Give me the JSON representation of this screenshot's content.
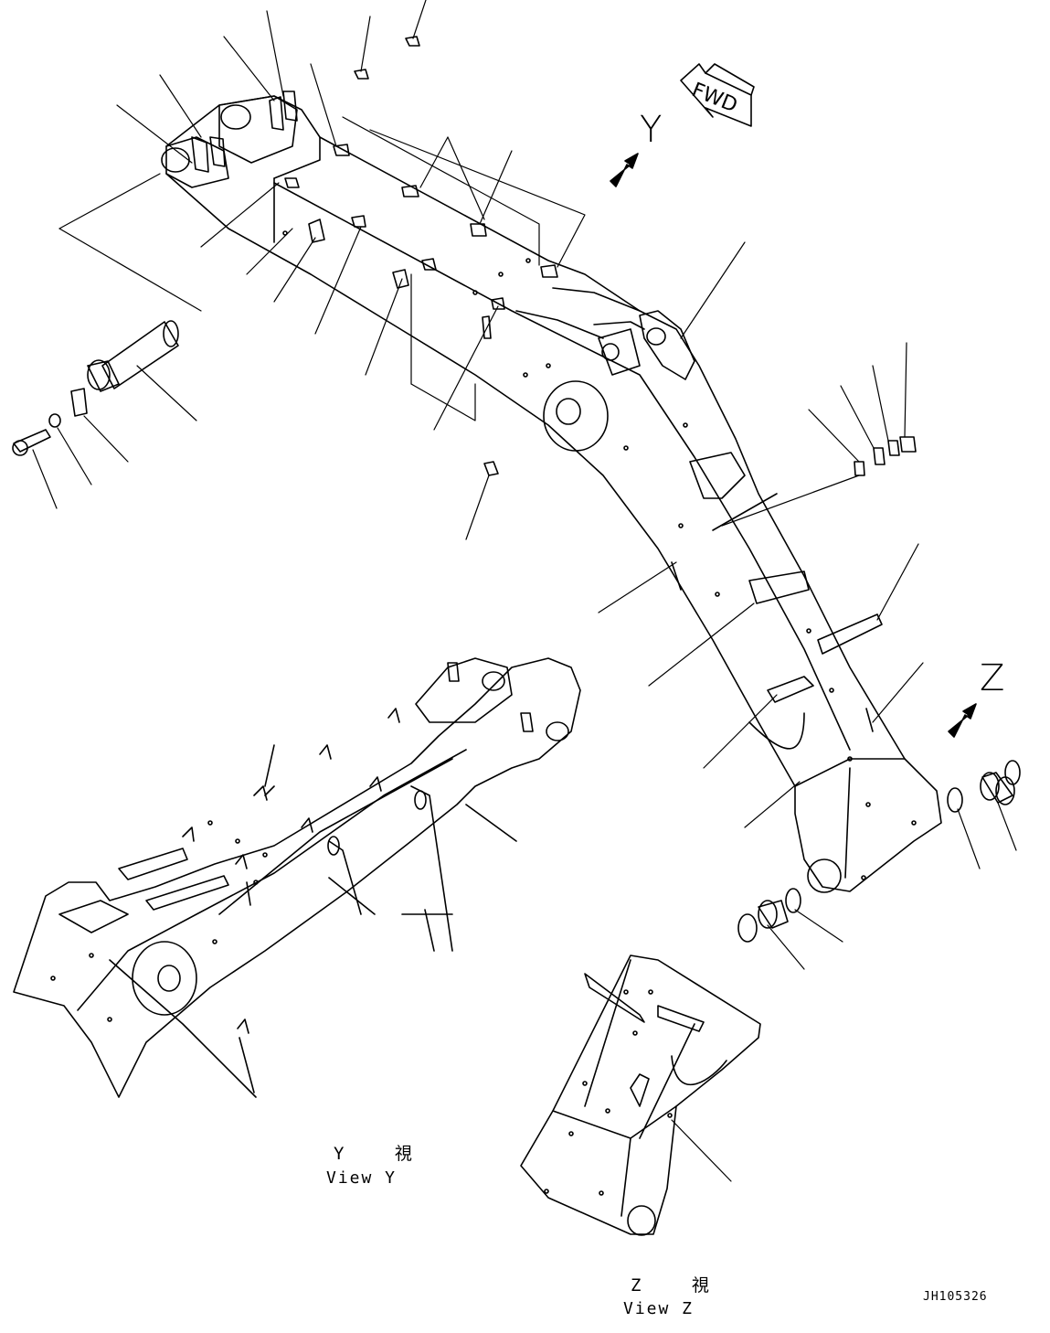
{
  "drawing": {
    "fwd_label": "FWD",
    "view_y_letter": "Y",
    "view_z_letter": "Z",
    "view_y_kanji": "Y 視",
    "view_y_caption": "View Y",
    "view_z_kanji": "Z 視",
    "view_z_caption": "View Z",
    "drawing_code": "JH105326"
  }
}
